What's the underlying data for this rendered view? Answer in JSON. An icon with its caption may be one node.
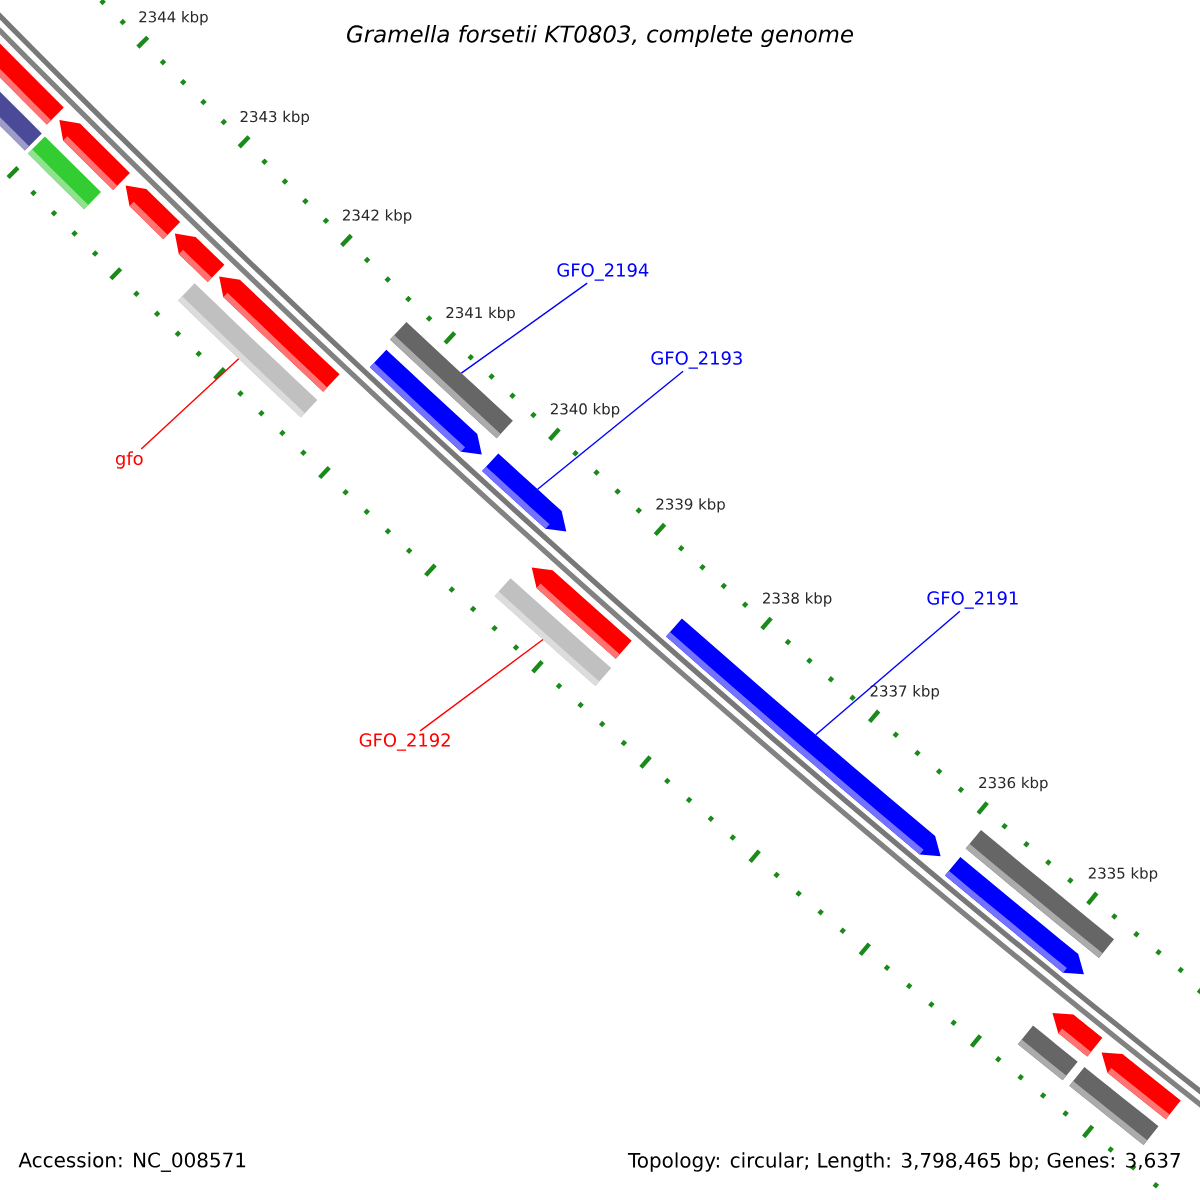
{
  "diagram": {
    "title": "Gramella forsetii KT0803, complete genome",
    "nodes": [
      {
        "text": [
          "GFO_2194"
        ]
      },
      {
        "text": [
          "GFO_2193"
        ]
      },
      {
        "text": [
          "gfo"
        ]
      },
      {
        "text": [
          "GFO_2191"
        ]
      },
      {
        "text": [
          "GFO_2192"
        ]
      },
      {
        "text": [],
        "shape": "bar"
      },
      {
        "text": [],
        "shape": "bar"
      },
      {
        "text": [],
        "shape": "bar"
      },
      {
        "text": [],
        "shape": "bar"
      },
      {
        "text": [],
        "shape": "bar"
      }
    ],
    "edges": [
      {
        "from": 0,
        "to": 6,
        "arrow": "none"
      },
      {
        "from": 1,
        "to": 7,
        "arrow": "none"
      },
      {
        "from": 2,
        "to": 5,
        "arrow": "none",
        "color": "#ff0000"
      },
      {
        "from": 3,
        "to": 9,
        "arrow": "none"
      },
      {
        "from": 4,
        "to": 8,
        "arrow": "none",
        "color": "#ff0000"
      }
    ],
    "labels": [
      "2344 kbp",
      "2343 kbp",
      "2342 kbp",
      "2341 kbp",
      "2340 kbp",
      "2339 kbp",
      "2338 kbp",
      "2337 kbp",
      "2336 kbp",
      "2335 kbp",
      "Accession: NC_008571",
      "Topology: circular; Length: 3,798,465 bp; Genes: 3,637"
    ]
  }
}
